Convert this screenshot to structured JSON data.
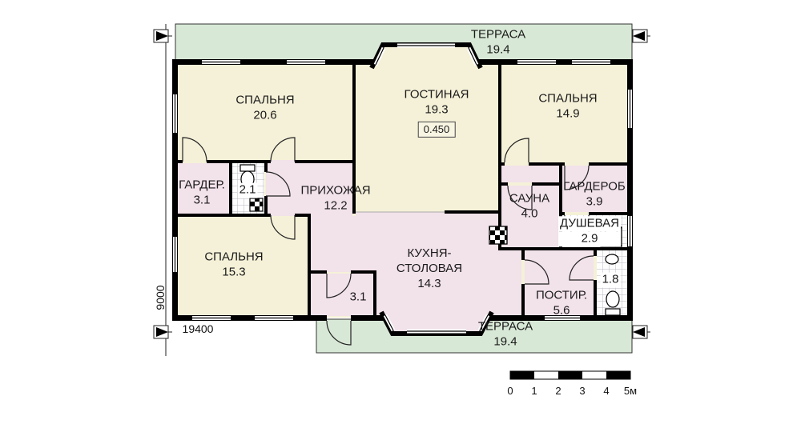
{
  "plan_type": "floor-plan",
  "colors": {
    "living_rooms": "#f5f1d8",
    "service_rooms": "#f2e2ea",
    "terrace": "#d8e8d6",
    "walls": "#000000",
    "tile_grid": "#b9b9c4"
  },
  "terraces": {
    "top": {
      "name": "ТЕРРАСА",
      "area": "19.4"
    },
    "bottom": {
      "name": "ТЕРРАСА",
      "area": "19.4"
    }
  },
  "rooms": {
    "bedroom1": {
      "name": "СПАЛЬНЯ",
      "area": "20.6"
    },
    "living": {
      "name": "ГОСТИНАЯ",
      "area": "19.3",
      "level_mark": "0.450"
    },
    "bedroom2": {
      "name": "СПАЛЬНЯ",
      "area": "14.9"
    },
    "wardrobe1": {
      "name": "ГАРДЕР.",
      "area": "3.1"
    },
    "wc1": {
      "area": "2.1"
    },
    "hallway": {
      "name": "ПРИХОЖАЯ",
      "area": "12.2"
    },
    "bedroom3": {
      "name": "СПАЛЬНЯ",
      "area": "15.3"
    },
    "kitchen": {
      "name_line1": "КУХНЯ-",
      "name_line2": "СТОЛОВАЯ",
      "area": "14.3"
    },
    "pantry": {
      "area": "3.1"
    },
    "sauna": {
      "name": "САУНА",
      "area": "4.0"
    },
    "wardrobe2": {
      "name": "ГАРДЕРОБ",
      "area": "3.9"
    },
    "shower": {
      "name": "ДУШЕВАЯ",
      "area": "2.9"
    },
    "laundry": {
      "name": "ПОСТИР.",
      "area": "5.6"
    },
    "wc2": {
      "area": "1.8"
    }
  },
  "dimensions": {
    "width_mm": "19400",
    "height_mm": "9000"
  },
  "scale_bar": {
    "ticks": [
      "0",
      "1",
      "2",
      "3",
      "4",
      "5м"
    ]
  }
}
